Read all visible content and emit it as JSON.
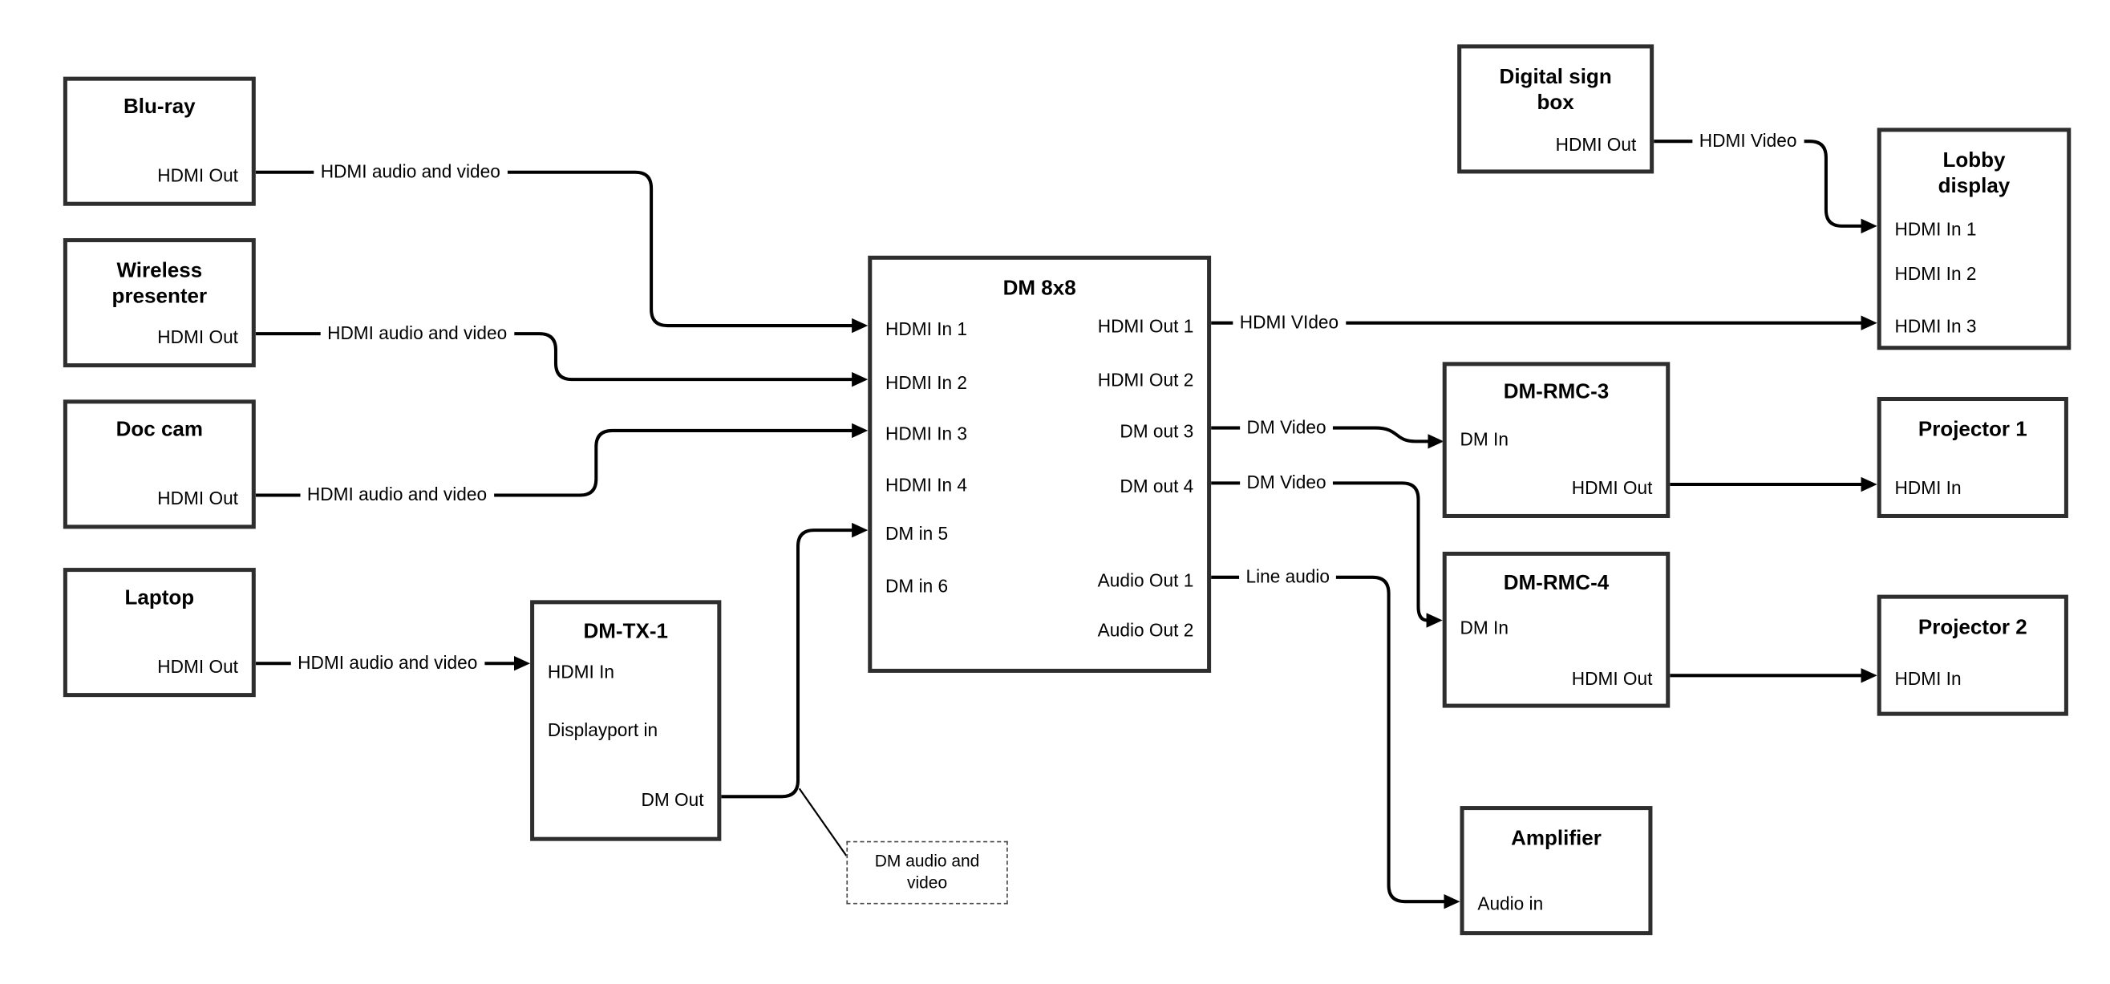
{
  "diagram": {
    "boxes": {
      "bluray": {
        "title": "Blu-ray",
        "port_out": "HDMI Out"
      },
      "wireless": {
        "title_line1": "Wireless",
        "title_line2": "presenter",
        "port_out": "HDMI Out"
      },
      "doccam": {
        "title": "Doc cam",
        "port_out": "HDMI Out"
      },
      "laptop": {
        "title": "Laptop",
        "port_out": "HDMI Out"
      },
      "dmtx1": {
        "title": "DM-TX-1",
        "port_in1": "HDMI In",
        "port_in2": "Displayport in",
        "port_out": "DM Out"
      },
      "dm8x8": {
        "title": "DM 8x8",
        "inputs": [
          "HDMI In 1",
          "HDMI In 2",
          "HDMI In 3",
          "HDMI In 4",
          "DM in 5",
          "DM in 6"
        ],
        "outputs": [
          "HDMI Out 1",
          "HDMI Out 2",
          "DM out 3",
          "DM out 4",
          "Audio Out 1",
          "Audio Out 2"
        ]
      },
      "digitalsign": {
        "title_line1": "Digital sign",
        "title_line2": "box",
        "port_out": "HDMI Out"
      },
      "lobby": {
        "title_line1": "Lobby",
        "title_line2": "display",
        "inputs": [
          "HDMI In 1",
          "HDMI In 2",
          "HDMI In 3"
        ]
      },
      "rmc3": {
        "title": "DM-RMC-3",
        "port_in": "DM In",
        "port_out": "HDMI Out"
      },
      "proj1": {
        "title": "Projector 1",
        "port_in": "HDMI In"
      },
      "rmc4": {
        "title": "DM-RMC-4",
        "port_in": "DM In",
        "port_out": "HDMI Out"
      },
      "proj2": {
        "title": "Projector 2",
        "port_in": "HDMI In"
      },
      "amplifier": {
        "title": "Amplifier",
        "port_in": "Audio in"
      }
    },
    "wire_labels": {
      "bluray_to_dm8x8": "HDMI audio and video",
      "wireless_to_dm8x8": "HDMI audio and video",
      "doccam_to_dm8x8": "HDMI audio and video",
      "laptop_to_dmtx1": "HDMI audio and video",
      "dm8x8_to_lobby": "HDMI VIdeo",
      "dm8x8_to_rmc3": "DM Video",
      "dm8x8_to_rmc4": "DM Video",
      "dm8x8_to_amplifier": "Line audio",
      "digitalsign_to_lobby": "HDMI Video"
    },
    "note": {
      "line1": "DM audio and",
      "line2": "video"
    },
    "colors": {
      "wire": "#000000",
      "box_border": "#2e2e2e",
      "background": "#ffffff"
    }
  }
}
